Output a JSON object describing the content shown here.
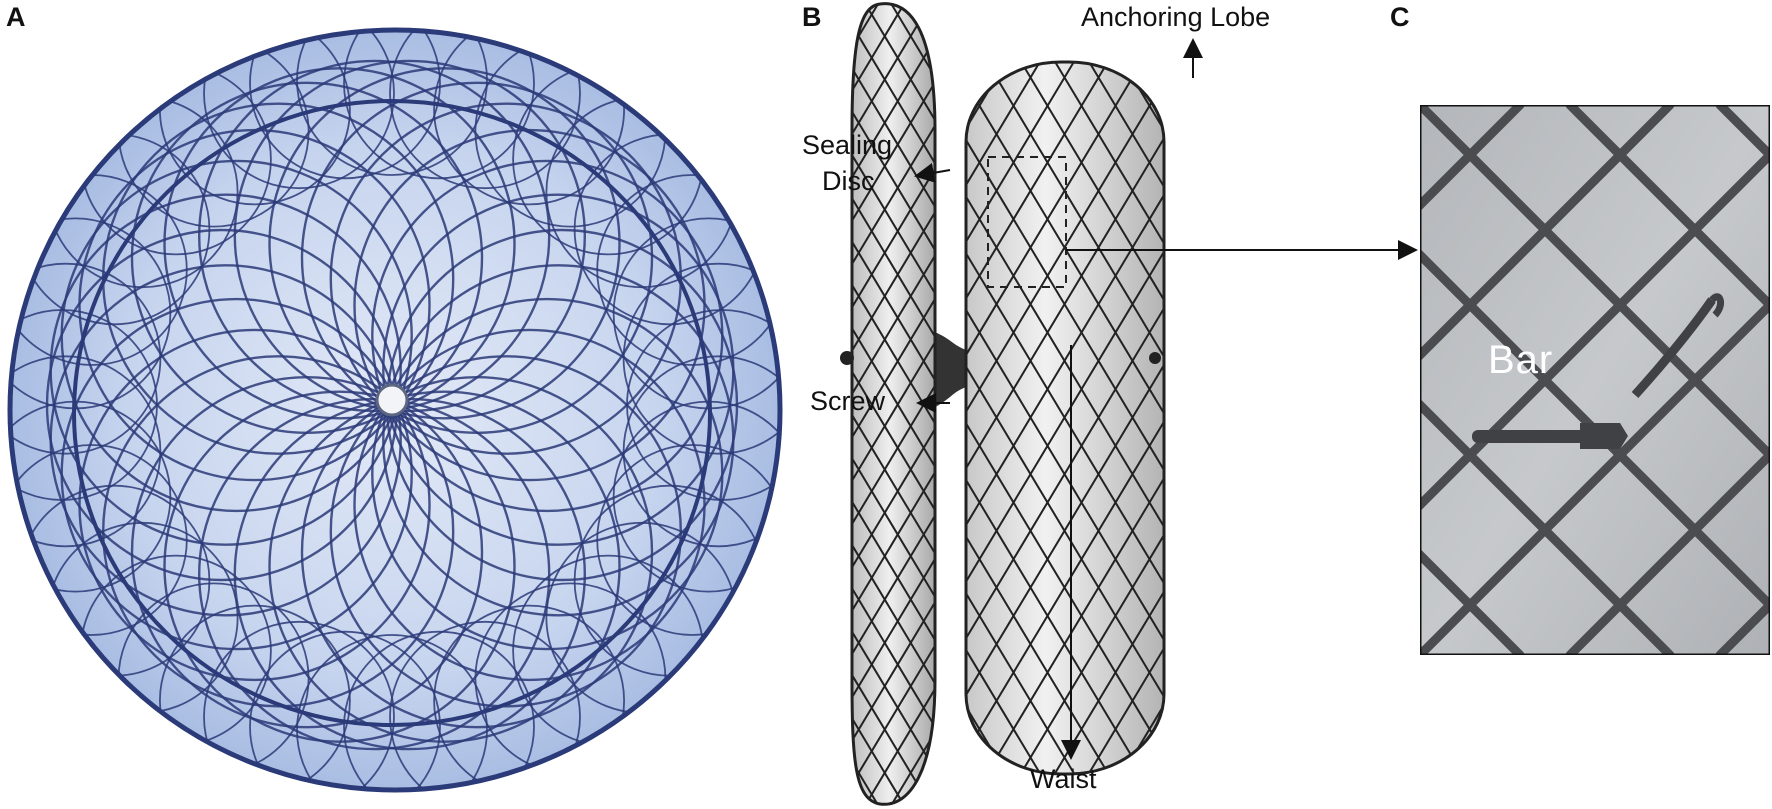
{
  "panels": {
    "a": {
      "letter": "A"
    },
    "b": {
      "letter": "B",
      "labels": {
        "anchoring_lobe": "Anchoring Lobe",
        "sealing_disc_line1": "Sealing",
        "sealing_disc_line2": "Disc",
        "screw": "Screw",
        "waist": "Waist"
      }
    },
    "c": {
      "letter": "C",
      "labels": {
        "bar": "Bar"
      }
    }
  },
  "colors": {
    "mesh_blue": "#2b3a78",
    "mesh_blue_bg": "#c9d6ee",
    "mesh_gray": "#2a2a2a",
    "mesh_gray_bg": "#d9d9d9",
    "zoom_bg": "#b9bcc0",
    "zoom_strut": "#4a4c50"
  }
}
